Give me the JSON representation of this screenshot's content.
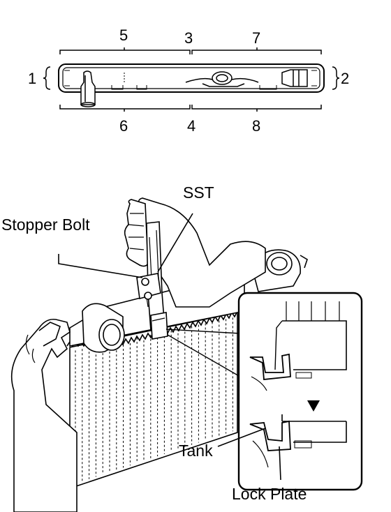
{
  "top_diagram": {
    "section_numbers": [
      "1",
      "2",
      "3",
      "4",
      "5",
      "6",
      "7",
      "8"
    ],
    "description": ""
  },
  "bottom_diagram": {
    "labels": {
      "sst": "SST",
      "stopper_bolt": "Stopper Bolt",
      "tank": "Tank",
      "lock_plate": "Lock Plate"
    }
  },
  "colors": {
    "line": "#000000",
    "background": "#ffffff"
  }
}
